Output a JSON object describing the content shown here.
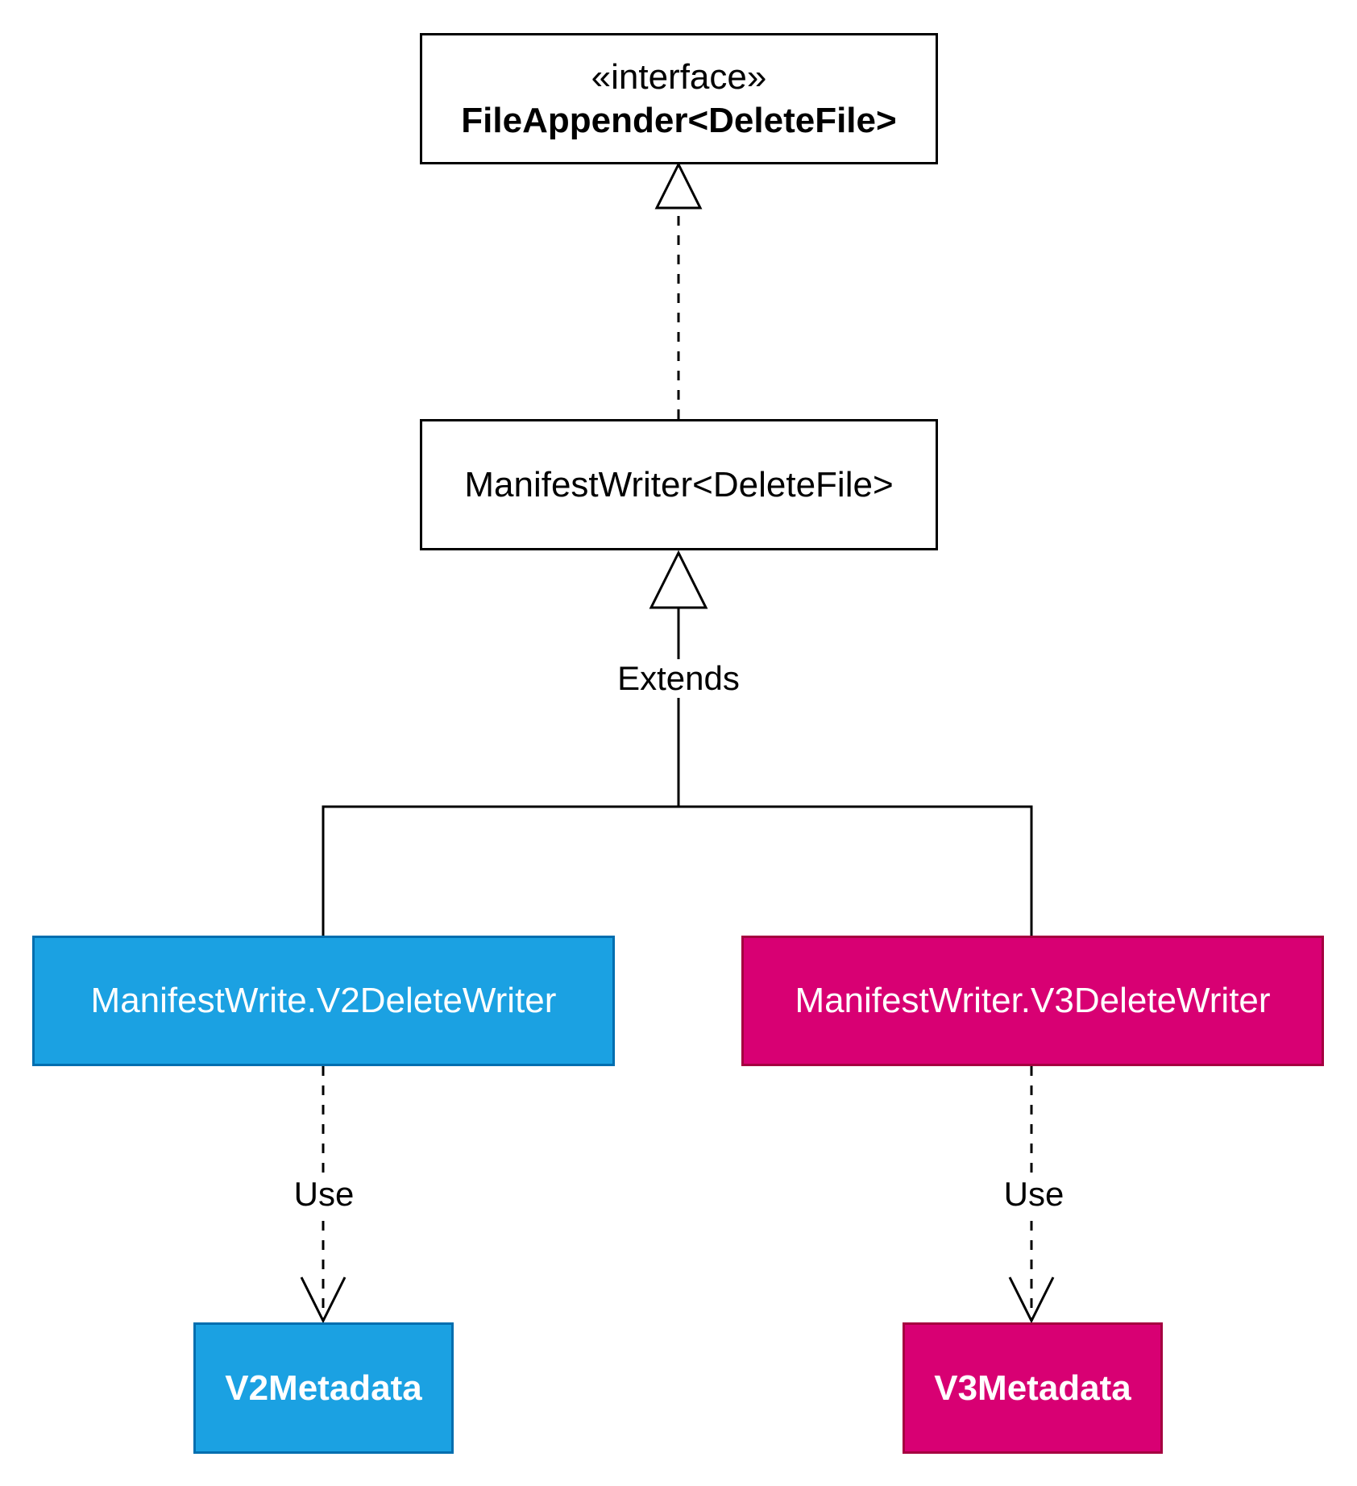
{
  "nodes": {
    "file_appender": {
      "stereotype": "«interface»",
      "name": "FileAppender<DeleteFile>"
    },
    "manifest_writer": {
      "name": "ManifestWriter<DeleteFile>"
    },
    "v2_delete_writer": {
      "name": "ManifestWrite.V2DeleteWriter"
    },
    "v3_delete_writer": {
      "name": "ManifestWriter.V3DeleteWriter"
    },
    "v2_metadata": {
      "name": "V2Metadata"
    },
    "v3_metadata": {
      "name": "V3Metadata"
    }
  },
  "edges": {
    "extends_label": "Extends",
    "use_v2_label": "Use",
    "use_v3_label": "Use"
  },
  "colors": {
    "v2_fill": "#1ba1e2",
    "v2_stroke": "#006eaf",
    "v3_fill": "#d80073",
    "v3_stroke": "#a50040"
  }
}
